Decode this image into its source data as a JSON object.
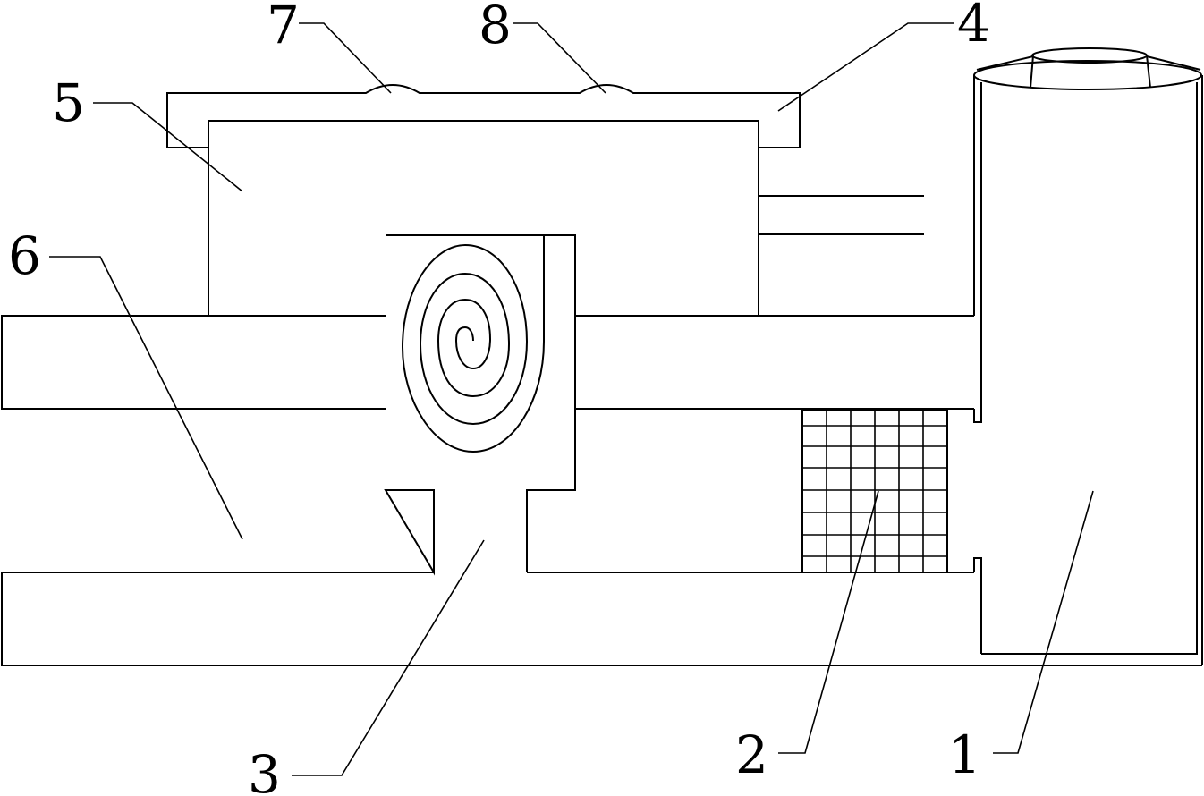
{
  "colors": {
    "background": "#ffffff",
    "stroke": "#000000"
  },
  "labels": {
    "l1": "1",
    "l2": "2",
    "l3": "3",
    "l4": "4",
    "l5": "5",
    "l6": "6",
    "l7": "7",
    "l8": "8"
  }
}
